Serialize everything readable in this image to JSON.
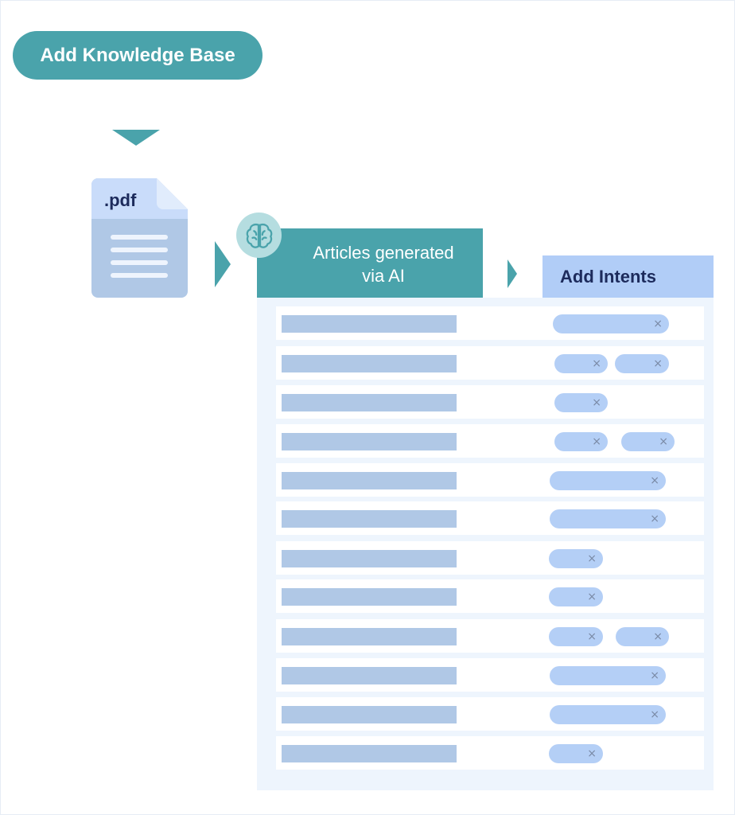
{
  "diagram": {
    "start_button": {
      "label": "Add Knowledge Base"
    },
    "document": {
      "label": ".pdf",
      "icon": "pdf-document-icon"
    },
    "articles": {
      "label": "Articles generated\nvia AI",
      "icon": "brain-icon"
    },
    "intents": {
      "label": "Add Intents"
    },
    "colors": {
      "teal": "#4aa3ab",
      "light_teal": "#b5dde0",
      "navy": "#1d2b5c",
      "chip_blue": "#b4cff6",
      "bar_blue": "#b0c8e6",
      "panel_bg": "#eef5fd"
    },
    "remove_glyph": "×",
    "rows": [
      {
        "chips": [
          {
            "size": "long"
          }
        ]
      },
      {
        "chips": [
          {
            "size": "short"
          },
          {
            "size": "short"
          }
        ]
      },
      {
        "chips": [
          {
            "size": "short"
          }
        ]
      },
      {
        "chips": [
          {
            "size": "short"
          },
          {
            "size": "short"
          }
        ]
      },
      {
        "chips": [
          {
            "size": "long"
          }
        ]
      },
      {
        "chips": [
          {
            "size": "long"
          }
        ]
      },
      {
        "chips": [
          {
            "size": "short"
          }
        ]
      },
      {
        "chips": [
          {
            "size": "short"
          }
        ]
      },
      {
        "chips": [
          {
            "size": "short"
          },
          {
            "size": "short"
          }
        ]
      },
      {
        "chips": [
          {
            "size": "long"
          }
        ]
      },
      {
        "chips": [
          {
            "size": "long"
          }
        ]
      },
      {
        "chips": [
          {
            "size": "short"
          }
        ]
      }
    ]
  }
}
